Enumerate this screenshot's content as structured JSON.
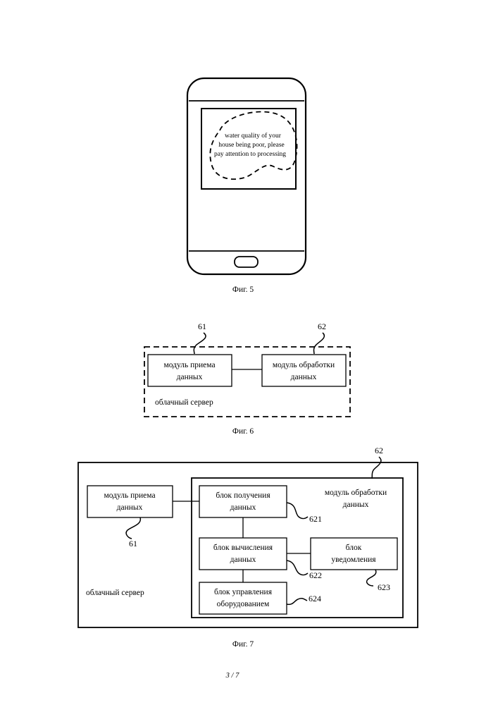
{
  "fig5": {
    "caption": "Фиг. 5",
    "bubble_lines": [
      "water quality of your",
      "house being poor, please",
      "pay attention to processing"
    ]
  },
  "fig6": {
    "caption": "Фиг. 6",
    "ref_left": "61",
    "ref_right": "62",
    "left_box": [
      "модуль приема",
      "данных"
    ],
    "right_box": [
      "модуль обработки",
      "данных"
    ],
    "container_label": "облачный сервер"
  },
  "fig7": {
    "caption": "Фиг. 7",
    "ref_62": "62",
    "ref_61": "61",
    "ref_621": "621",
    "ref_622": "622",
    "ref_623": "623",
    "ref_624": "624",
    "receive_module": [
      "модуль приема",
      "данных"
    ],
    "processing_module": [
      "модуль обработки",
      "данных"
    ],
    "acquire_unit": [
      "блок получения",
      "данных"
    ],
    "compute_unit": [
      "блок вычисления",
      "данных"
    ],
    "notify_unit": [
      "блок",
      "уведомления"
    ],
    "control_unit": [
      "блок управления",
      "оборудованием"
    ],
    "server_label": "облачный сервер"
  },
  "page_number": "3 / 7"
}
